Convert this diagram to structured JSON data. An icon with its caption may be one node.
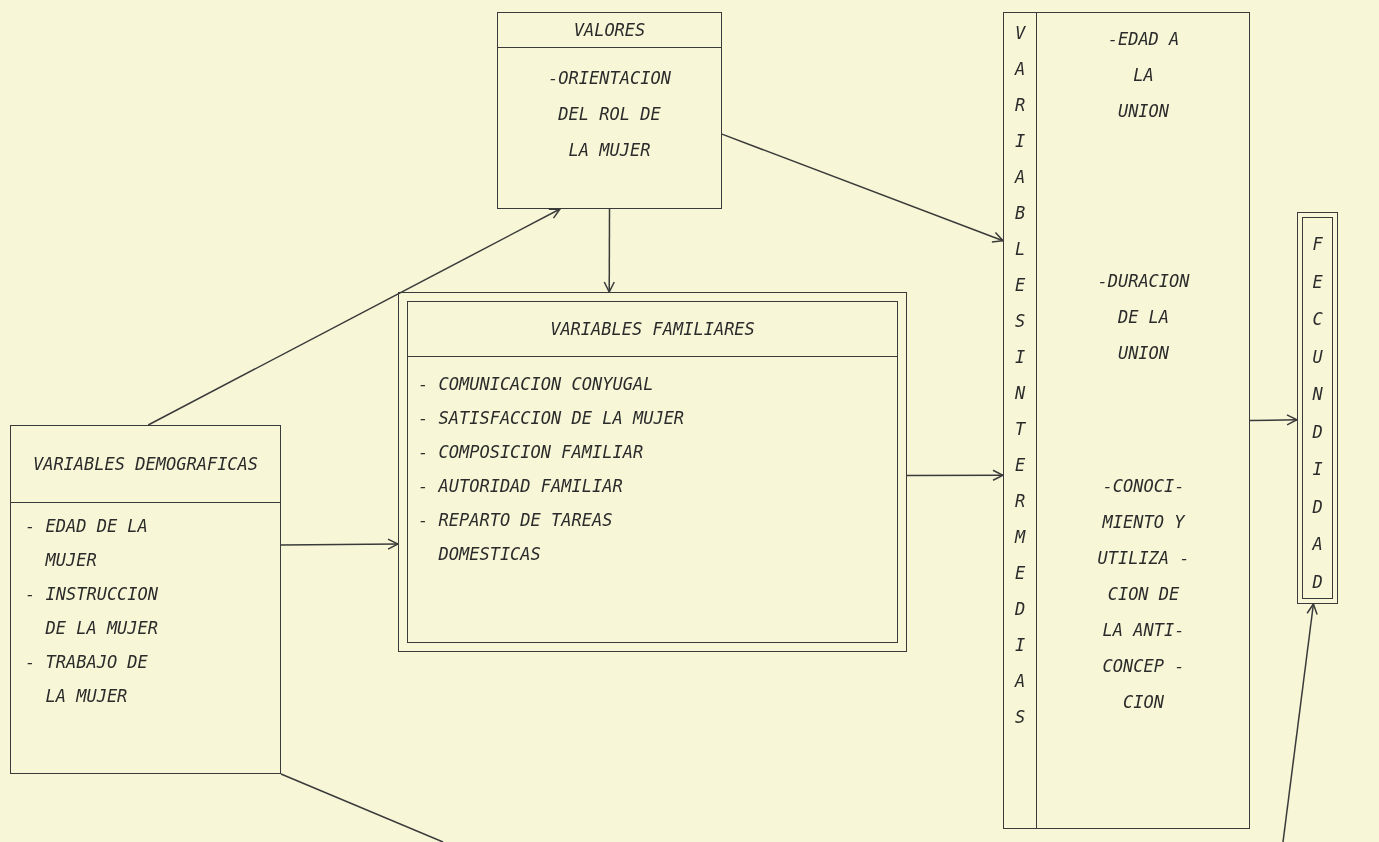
{
  "diagram": {
    "nodes": [
      {
        "text": [
          "VALORES",
          "-ORIENTACION DEL ROL DE LA MUJER"
        ]
      },
      {
        "text": [
          "VARIABLES INTERMEDIAS",
          "-EDAD A LA UNION",
          "-DURACION DE LA UNION",
          "-CONOCI- MIENTO Y UTILIZA - CION DE LA ANTI- CONCEP - CION"
        ]
      },
      {
        "text": [
          "VARIABLES FAMILIARES",
          "- COMUNICACION CONYUGAL",
          "- SATISFACCION DE LA MUJER",
          "- COMPOSICION FAMILIAR",
          "- AUTORIDAD FAMILIAR",
          "- REPARTO DE TAREAS DOMESTICAS"
        ]
      },
      {
        "text": [
          "FECUNDIDAD"
        ]
      },
      {
        "text": [
          "VARIABLES DEMOGRAFICAS",
          "- EDAD DE LA MUJER",
          "- INSTRUCCION DE LA MUJER",
          "- TRABAJO DE LA MUJER"
        ]
      }
    ],
    "edges": [
      {
        "from": 4,
        "to": 0,
        "arrow": "to"
      },
      {
        "from": 0,
        "to": 2,
        "arrow": "to"
      },
      {
        "from": 0,
        "to": 1,
        "arrow": "to"
      },
      {
        "from": 4,
        "to": 2,
        "arrow": "to"
      },
      {
        "from": 2,
        "to": 1,
        "arrow": "to"
      },
      {
        "from": 1,
        "to": 3,
        "arrow": "to"
      },
      {
        "from": 4,
        "to": null,
        "arrow": "none"
      },
      {
        "from": null,
        "to": 3,
        "arrow": "to"
      }
    ]
  }
}
